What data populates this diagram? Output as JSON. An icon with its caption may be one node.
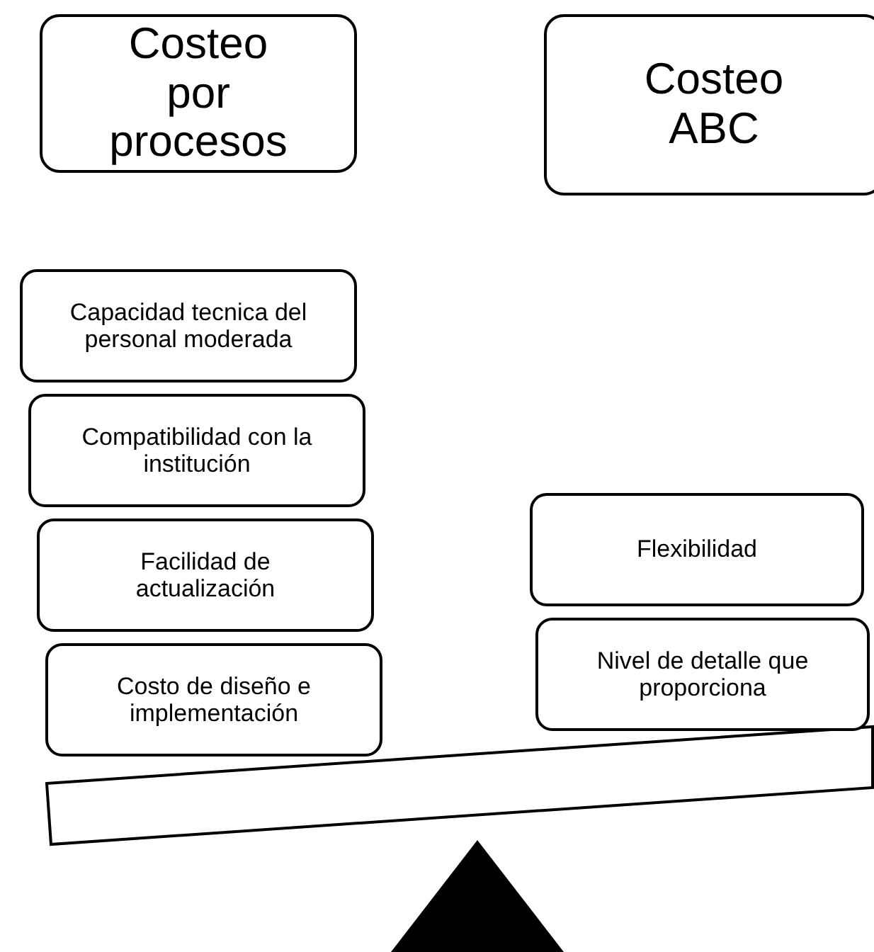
{
  "diagram": {
    "nodes": [
      {
        "text": [
          "Costeo por procesos"
        ]
      },
      {
        "text": [
          "Costeo ABC"
        ]
      },
      {
        "text": [
          "Capacidad tecnica del personal moderada"
        ]
      },
      {
        "text": [
          "Compatibilidad con la institución"
        ]
      },
      {
        "text": [
          "Facilidad de actualización"
        ]
      },
      {
        "text": [
          "Costo de diseño e implementación"
        ]
      },
      {
        "text": [
          "Flexibilidad"
        ]
      },
      {
        "text": [
          "Nivel de detalle que proporciona"
        ]
      }
    ],
    "edges": []
  }
}
